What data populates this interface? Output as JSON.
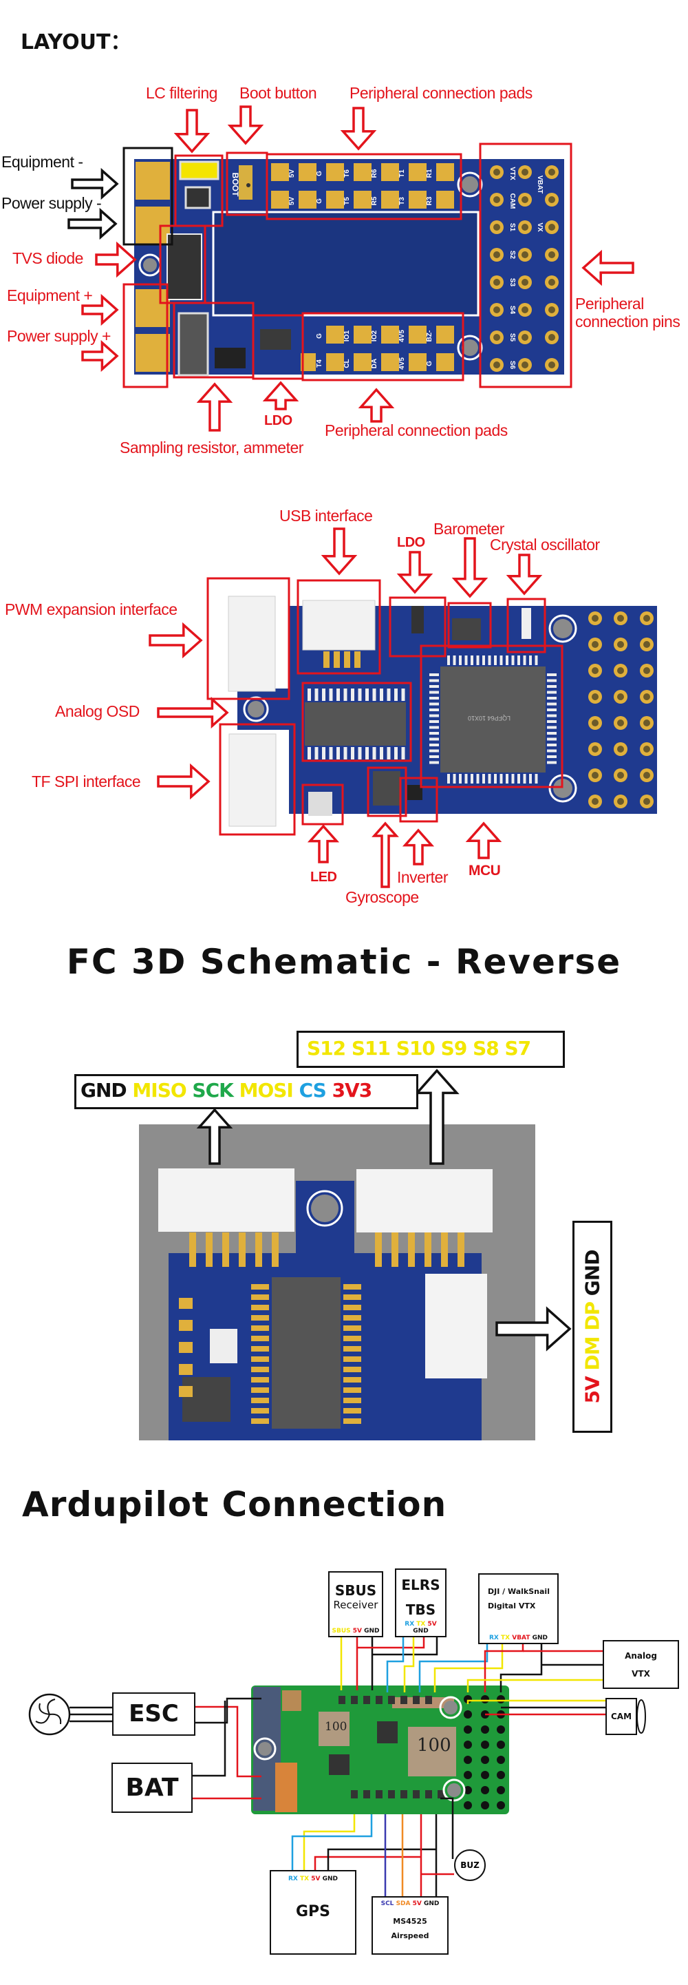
{
  "colors": {
    "annotation": "#e3141c",
    "pcb_blue": "#1f3a8f",
    "pcb_green": "#1f9a3a",
    "pad_gold": "#e0b03c",
    "signal_yellow": "#f2e600",
    "signal_green": "#1fa84a",
    "signal_blue": "#1ea0e0",
    "signal_red": "#e3141c",
    "wire_orange": "#f08a24",
    "wire_purple": "#3a3ab0"
  },
  "section_layout": {
    "title": "LAYOUT：",
    "labels": {
      "lc_filtering": "LC filtering",
      "boot_button": "Boot button",
      "pads_top": "Peripheral connection pads",
      "equipment_minus": "Equipment -",
      "power_minus": "Power supply -",
      "tvs_diode": "TVS diode",
      "equipment_plus": "Equipment +",
      "power_plus": "Power supply +",
      "pins_1": "Peripheral",
      "pins_2": "connection pins",
      "ldo": "LDO",
      "pads_bottom": "Peripheral connection pads",
      "sampling": "Sampling resistor, ammeter"
    },
    "pcb_text": {
      "boot": "BOOT",
      "top_row1": [
        "5V",
        "G",
        "T6",
        "R6",
        "T1",
        "R1"
      ],
      "top_row2": [
        "5V",
        "G",
        "T5",
        "R5",
        "T3",
        "R3"
      ],
      "bottom_row1": [
        "G",
        "IO1",
        "IO2",
        "4V5",
        "BZ-"
      ],
      "bottom_row2": [
        "T4",
        "CL",
        "DA",
        "4V5",
        "G"
      ],
      "header": [
        "VTX",
        "VBAT",
        "CAM",
        "S1",
        "VX",
        "S2",
        "S3",
        "S4",
        "S5",
        "S6"
      ]
    }
  },
  "section_reverse_labels": {
    "usb": "USB interface",
    "ldo": "LDO",
    "barometer": "Barometer",
    "crystal": "Crystal oscillator",
    "pwm": "PWM expansion interface",
    "osd": "Analog OSD",
    "tf_spi": "TF SPI interface",
    "led": "LED",
    "gyroscope": "Gyroscope",
    "inverter": "Inverter",
    "mcu": "MCU",
    "chip_marking": "LQFP64 10X10"
  },
  "section_reverse": {
    "title": "FC 3D Schematic - Reverse",
    "spi_pins": [
      {
        "text": "GND",
        "color": "#111111"
      },
      {
        "text": "MISO",
        "color": "#f2e600"
      },
      {
        "text": "SCK",
        "color": "#1fa84a"
      },
      {
        "text": "MOSI",
        "color": "#f2e600"
      },
      {
        "text": "CS",
        "color": "#1ea0e0"
      },
      {
        "text": "3V3",
        "color": "#e3141c"
      }
    ],
    "pwm_pins": [
      {
        "text": "S12",
        "color": "#f2e600"
      },
      {
        "text": "S11",
        "color": "#f2e600"
      },
      {
        "text": "S10",
        "color": "#f2e600"
      },
      {
        "text": "S9",
        "color": "#f2e600"
      },
      {
        "text": "S8",
        "color": "#f2e600"
      },
      {
        "text": "S7",
        "color": "#f2e600"
      }
    ],
    "usb_pins": [
      {
        "text": "5V",
        "color": "#e3141c"
      },
      {
        "text": "DM",
        "color": "#f2e600"
      },
      {
        "text": "DP",
        "color": "#f2e600"
      },
      {
        "text": "GND",
        "color": "#111111"
      }
    ]
  },
  "section_ardupilot": {
    "title": "Ardupilot Connection",
    "esc": "ESC",
    "bat": "BAT",
    "sbus_1": "SBUS",
    "sbus_2": "Receiver",
    "sbus_pins": [
      {
        "text": "SBUS",
        "color": "#f2e600"
      },
      {
        "text": "5V",
        "color": "#e3141c"
      },
      {
        "text": "GND",
        "color": "#111111"
      }
    ],
    "elrs_1": "ELRS",
    "elrs_2": "TBS",
    "elrs_pins": [
      {
        "text": "RX",
        "color": "#1ea0e0"
      },
      {
        "text": "TX",
        "color": "#f2e600"
      },
      {
        "text": "5V",
        "color": "#e3141c"
      },
      {
        "text": "GND",
        "color": "#111111"
      }
    ],
    "dji_1": "DJI / WalkSnail",
    "dji_2": "Digital VTX",
    "dji_pins": [
      {
        "text": "RX",
        "color": "#1ea0e0"
      },
      {
        "text": "TX",
        "color": "#f2e600"
      },
      {
        "text": "VBAT",
        "color": "#e3141c"
      },
      {
        "text": "GND",
        "color": "#111111"
      }
    ],
    "analog_1": "Analog",
    "analog_2": "VTX",
    "cam": "CAM",
    "buz": "BUZ",
    "gps": "GPS",
    "gps_pins": [
      {
        "text": "RX",
        "color": "#1ea0e0"
      },
      {
        "text": "TX",
        "color": "#f2e600"
      },
      {
        "text": "5V",
        "color": "#e3141c"
      },
      {
        "text": "GND",
        "color": "#111111"
      }
    ],
    "ms_1": "MS4525",
    "ms_2": "Airspeed",
    "ms_pins": [
      {
        "text": "SCL",
        "color": "#3a3ab0"
      },
      {
        "text": "SDA",
        "color": "#f08a24"
      },
      {
        "text": "5V",
        "color": "#e3141c"
      },
      {
        "text": "GND",
        "color": "#111111"
      }
    ],
    "inductor_small": "100",
    "inductor_large": "100"
  }
}
